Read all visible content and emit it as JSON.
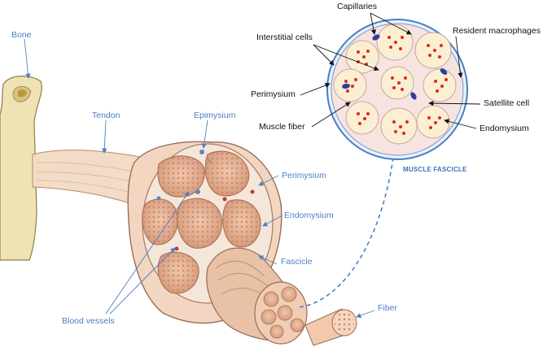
{
  "labels": {
    "bone": "Bone",
    "tendon": "Tendon",
    "epimysium": "Epimysium",
    "perimysium_main": "Perimysium",
    "endomysium_main": "Endomysium",
    "fascicle": "Fascicle",
    "fiber": "Fiber",
    "blood_vessels": "Blood vessels",
    "capillaries": "Capillaries",
    "interstitial_cells": "Interstitial cells",
    "resident_macrophages": "Resident macrophages",
    "perimysium_inset": "Perimysium",
    "satellite_cell": "Satellite cell",
    "muscle_fiber": "Muscle fiber",
    "endomysium_inset": "Endomysium",
    "muscle_fascicle_caption": "MUSCLE FASCICLE"
  },
  "colors": {
    "label_blue": "#4a7fc1",
    "label_black": "#111111",
    "bone_fill": "#efe3b3",
    "tendon_fill": "#f3dcc6",
    "muscle_fill": "#eec2a6",
    "fascicle_fill": "#d99d7e",
    "myofibril_dot": "#dc2a1c",
    "nucleus_blue": "#2f3fa0"
  }
}
